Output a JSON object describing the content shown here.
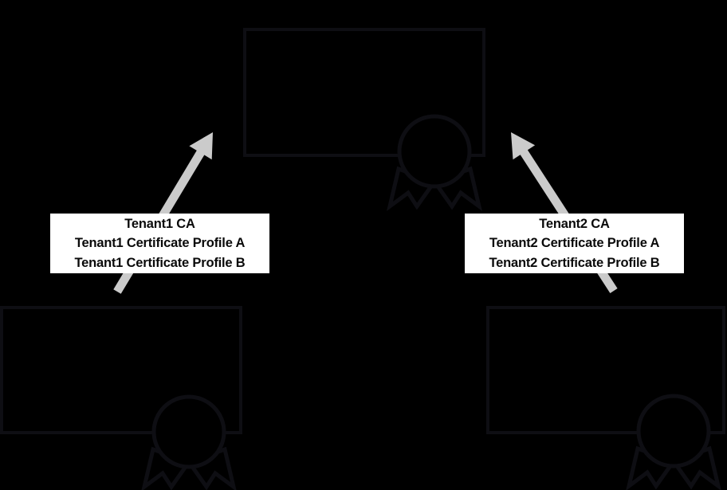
{
  "colors": {
    "background": "#000000",
    "stroke": "#0e0e13",
    "arrow": "#cbcbcb",
    "label_bg": "#ffffff",
    "label_text": "#0a0a0a"
  },
  "labels": {
    "tenant1": {
      "lines": [
        "Tenant1 CA",
        "Tenant1 Certificate Profile A",
        "Tenant1 Certificate Profile B"
      ]
    },
    "tenant2": {
      "lines": [
        "Tenant2 CA",
        "Tenant2 Certificate Profile A",
        "Tenant2 Certificate Profile B"
      ]
    }
  },
  "icons": {
    "certificate_seal": "award-ribbon-icon"
  }
}
